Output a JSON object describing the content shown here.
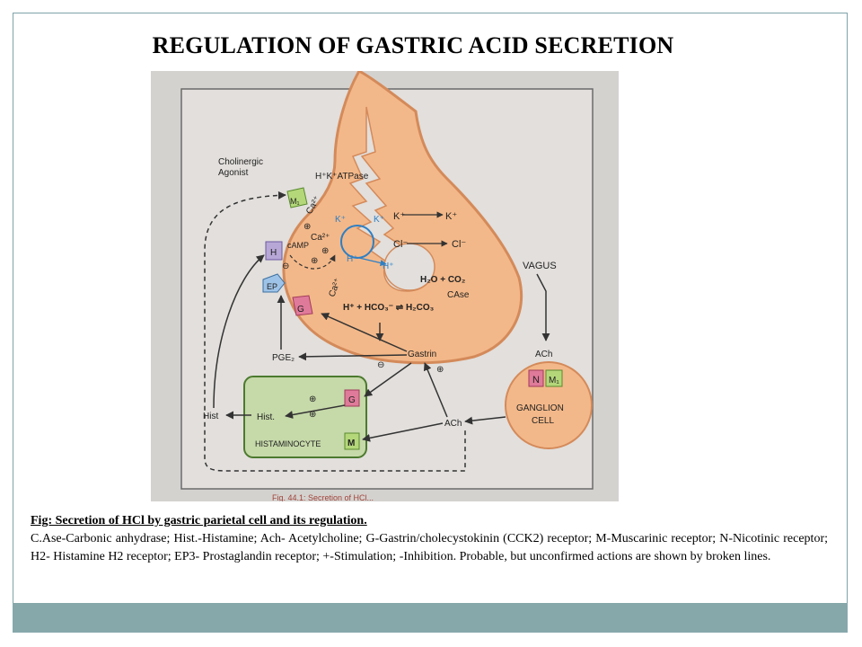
{
  "slide": {
    "title": "REGULATION OF GASTRIC ACID SECRETION"
  },
  "diagram": {
    "labels": {
      "cholinergic_agonist_1": "Cholinergic",
      "cholinergic_agonist_2": "Agonist",
      "atpase": "H⁺K⁺ATPase",
      "k_plus": "K⁺",
      "k_plus_2": "K⁺",
      "k_plus_right": "K⁺",
      "k_plus_right_2": "K⁺",
      "cl_minus": "Cl⁻",
      "cl_minus_2": "Cl⁻",
      "h_plus": "H⁺",
      "h_plus_2": "H⁺",
      "ca_1": "Ca²⁺",
      "ca_2": "Ca²⁺",
      "ca_3": "Ca²⁺",
      "camp": "cAMP",
      "m1_receptor": "M₁",
      "h_receptor": "H",
      "ep_receptor": "EP",
      "g_receptor": "G",
      "h2o_co2": "H₂O + CO₂",
      "case": "CAse",
      "reaction": "H⁺ + HCO₃⁻ ⇌ H₂CO₃",
      "vagus": "VAGUS",
      "ach_top": "ACh",
      "n_receptor": "N",
      "m1_ganglion": "M₁",
      "ganglion_1": "GANGLION",
      "ganglion_2": "CELL",
      "pge2": "PGE₂",
      "gastrin": "Gastrin",
      "ach_mid": "ACh",
      "hist_out": "Hist",
      "hist_in": "Hist.",
      "histaminocyte": "HISTAMINOCYTE",
      "g_histaminocyte": "G",
      "m_histaminocyte": "M",
      "plus": "⊕",
      "minus": "⊖",
      "fig_label": "Fig. 44.1: Secretion of HCl..."
    },
    "colors": {
      "paper": "#d9d6d3",
      "cell": "#f3b889",
      "cell_edge": "#d48a5a",
      "histaminocyte": "#c6d9a9",
      "receptor_green": "#b4d77a",
      "receptor_purple": "#b7a7d6",
      "receptor_blue": "#9ec3e8",
      "receptor_pink": "#e07a9a",
      "ion_blue": "#2e7fc4"
    }
  },
  "caption": {
    "title": "Fig: Secretion of  HCl by gastric parietal cell and its regulation.",
    "body": "C.Ase-Carbonic anhydrase; Hist.-Histamine; Ach- Acetylcholine; G-Gastrin/cholecystokinin (CCK2) receptor; M-Muscarinic receptor; N-Nicotinic receptor; H2- Histamine H2 receptor; EP3- Prostaglandin receptor; +-Stimulation; -Inhibition. Probable, but unconfirmed actions are shown by broken lines."
  }
}
